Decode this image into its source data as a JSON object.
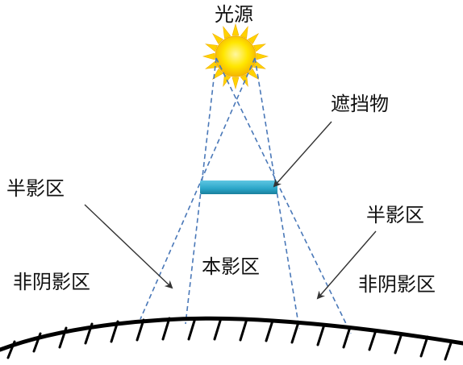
{
  "labels": {
    "light_source": "光源",
    "obstacle": "遮挡物",
    "penumbra_left": "半影区",
    "penumbra_right": "半影区",
    "umbra": "本影区",
    "non_shadow_left": "非阴影区",
    "non_shadow_right": "非阴影区"
  },
  "colors": {
    "sun_core": "#ffe600",
    "sun_edge": "#f5b400",
    "sun_rays": "#ffd200",
    "obstacle": "#2aa6c8",
    "ray_lines": "#4a78b8",
    "ground": "#000000",
    "arrows": "#333333"
  }
}
